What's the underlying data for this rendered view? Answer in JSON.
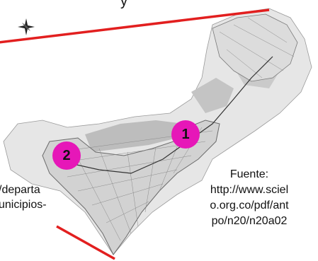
{
  "top_fragment": "y",
  "left_source_fragment": {
    "line1": "/departa",
    "line2": "unicipios-"
  },
  "source": {
    "lines": [
      "Fuente:",
      "http://www.sciel",
      "o.org.co/pdf/ant",
      "po/n20/n20a02"
    ]
  },
  "markers": [
    {
      "label": "1"
    },
    {
      "label": "2"
    }
  ],
  "icons": {
    "compass": "compass-rose-icon"
  },
  "colors": {
    "frame_line": "#e21f1f",
    "marker_fill": "#e617b8",
    "urban_grid": "#6a6a6a",
    "green_zone": "#b7b7b7"
  }
}
